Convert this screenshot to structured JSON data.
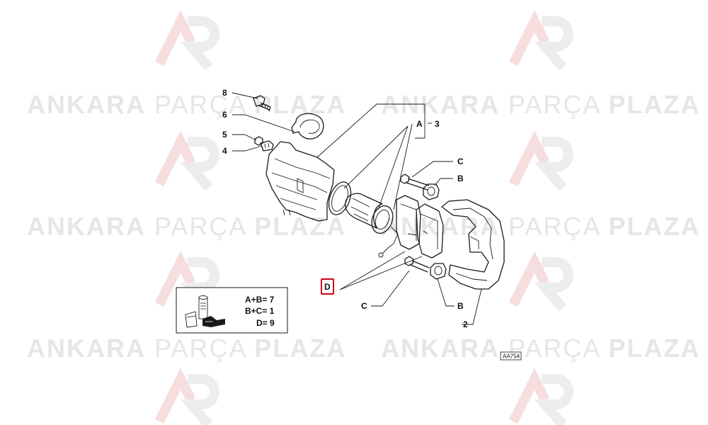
{
  "watermark": {
    "brand_bold_1": "ANKARA",
    "brand_light": "PARÇA",
    "brand_bold_2": "PLAZA"
  },
  "callouts": {
    "c8": "8",
    "c6": "6",
    "c5": "5",
    "c4": "4",
    "cA": "A",
    "c3": "3",
    "cC_top": "C",
    "cB_top": "B",
    "cD": "D",
    "cC_bottom": "C",
    "cB_bottom": "B",
    "c2": "2"
  },
  "legend": {
    "line1": "A+B= 7",
    "line2": "B+C= 1",
    "line3": "D= 9"
  },
  "ref_code": "AA754",
  "colors": {
    "highlight": "#d0021b",
    "watermark_gray": "#e6e6e6"
  }
}
